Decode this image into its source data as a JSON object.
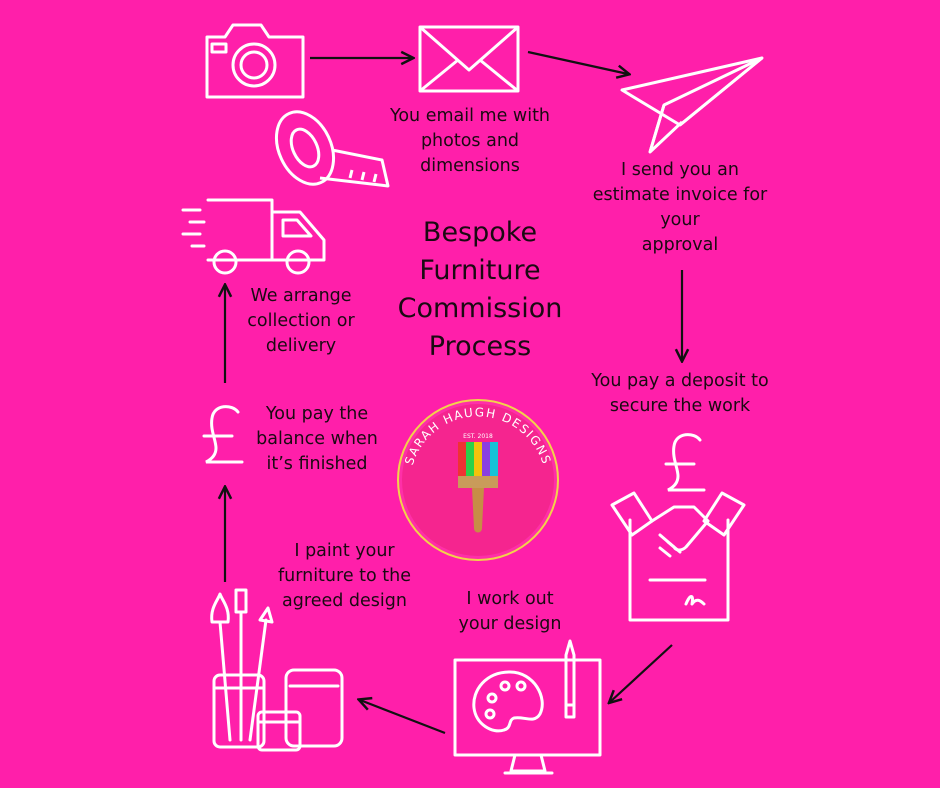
{
  "title": [
    "Bespoke",
    "Furniture",
    "Commission",
    "Process"
  ],
  "steps": {
    "email": [
      "You email me with",
      "photos and",
      "dimensions"
    ],
    "estimate": [
      "I send you an",
      "estimate invoice for",
      "your",
      "approval"
    ],
    "deposit": [
      "You pay a deposit to",
      "secure the work"
    ],
    "design": [
      "I work out",
      "your design"
    ],
    "paint": [
      "I paint your",
      "furniture to the",
      "agreed design"
    ],
    "balance": [
      "You pay the",
      "balance when",
      "it’s finished"
    ],
    "delivery": [
      "We arrange",
      "collection or",
      "delivery"
    ]
  },
  "logo": {
    "name": "SARAH HAUGH DESIGNS",
    "est": "EST. 2018"
  },
  "colors": {
    "background": "#ff1faa",
    "line": "#ffffff",
    "arrow": "#111111",
    "text": "#1a0a12"
  }
}
